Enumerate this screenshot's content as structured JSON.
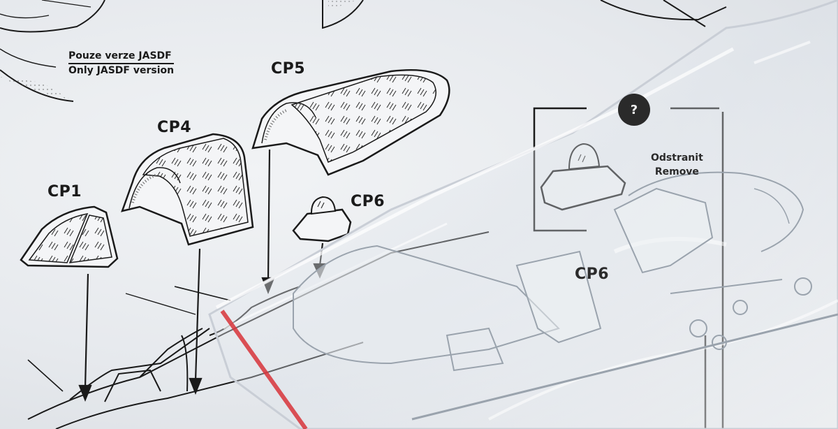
{
  "note": {
    "line1": "Pouze verze JASDF",
    "line2": "Only JASDF version"
  },
  "parts": {
    "cp1": "CP1",
    "cp4": "CP4",
    "cp5": "CP5",
    "cp6": "CP6",
    "cp6_sprue": "CP6"
  },
  "removal_box": {
    "question": "?",
    "line1": "Odstranit",
    "line2": "Remove"
  },
  "colors": {
    "ink": "#1a1a1a",
    "paper": "#eceef1",
    "tape": "#d8343a"
  }
}
